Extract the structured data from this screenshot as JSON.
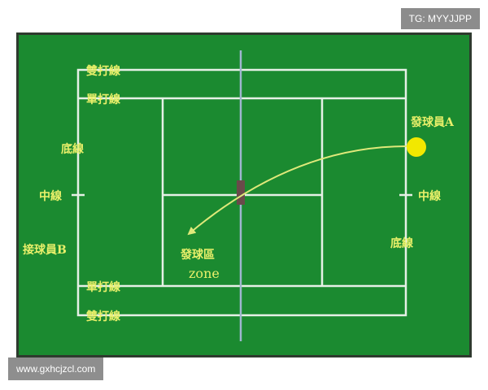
{
  "labels": {
    "doubles_line_top": "雙打線",
    "singles_line_top": "單打線",
    "baseline_left": "底線",
    "center_mark_left": "中線",
    "receiver": "接球員B",
    "service_box": "發球區",
    "zone": "zone",
    "singles_line_bottom": "單打線",
    "doubles_line_bottom": "雙打線",
    "server": "發球員A",
    "center_mark_right": "中線",
    "baseline_right": "底線"
  },
  "watermarks": {
    "top_right": "TG: MYYJJPP",
    "bottom_left": "www.gxhcjzcl.com"
  },
  "colors": {
    "court_green": "#1b8a30",
    "frame_dark": "#2e3a2e",
    "court_line": "#e6f0e6",
    "label_yellow": "#eaf06a",
    "ball": "#f2e800",
    "trajectory": "#dfe97a",
    "net_post": "#6a4a4a"
  }
}
